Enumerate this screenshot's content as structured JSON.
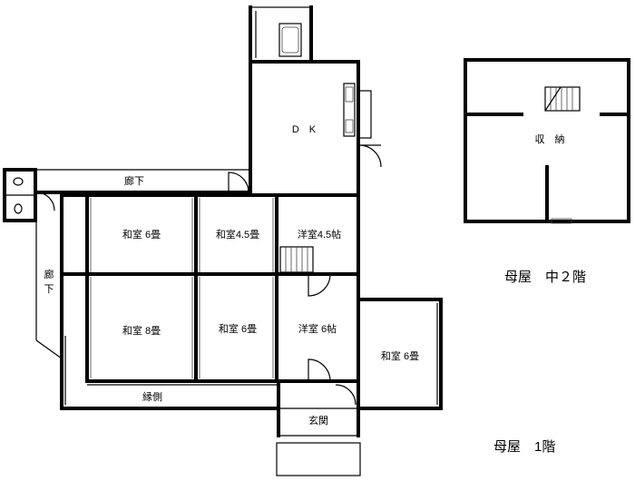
{
  "plan_1f": {
    "caption": "母屋　1階",
    "rooms": {
      "dk": "D　K",
      "corridor_top": "廊下",
      "corridor_side_1": "廊",
      "corridor_side_2": "下",
      "washitsu_6_a": "和室 6畳",
      "washitsu_45": "和室4.5畳",
      "youshitsu_45": "洋室4.5帖",
      "washitsu_8": "和室 8畳",
      "washitsu_6_b": "和室 6畳",
      "youshitsu_6": "洋室 6帖",
      "washitsu_6_c": "和室 6畳",
      "engawa": "縁側",
      "genkan": "玄関"
    }
  },
  "plan_mezz": {
    "caption": "母屋　中２階",
    "rooms": {
      "storage": "収　納"
    }
  }
}
